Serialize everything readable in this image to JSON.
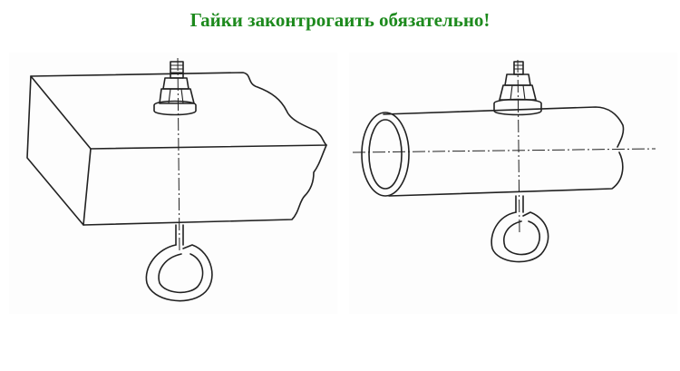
{
  "header": {
    "title": "Гайки законтрогаить обязательно!"
  },
  "colors": {
    "title": "#1d8a1d",
    "ink": "#222222",
    "background": "#ffffff"
  },
  "sketches": [
    {
      "subject": "rectangular-beam-mount"
    },
    {
      "subject": "round-pipe-mount"
    }
  ]
}
